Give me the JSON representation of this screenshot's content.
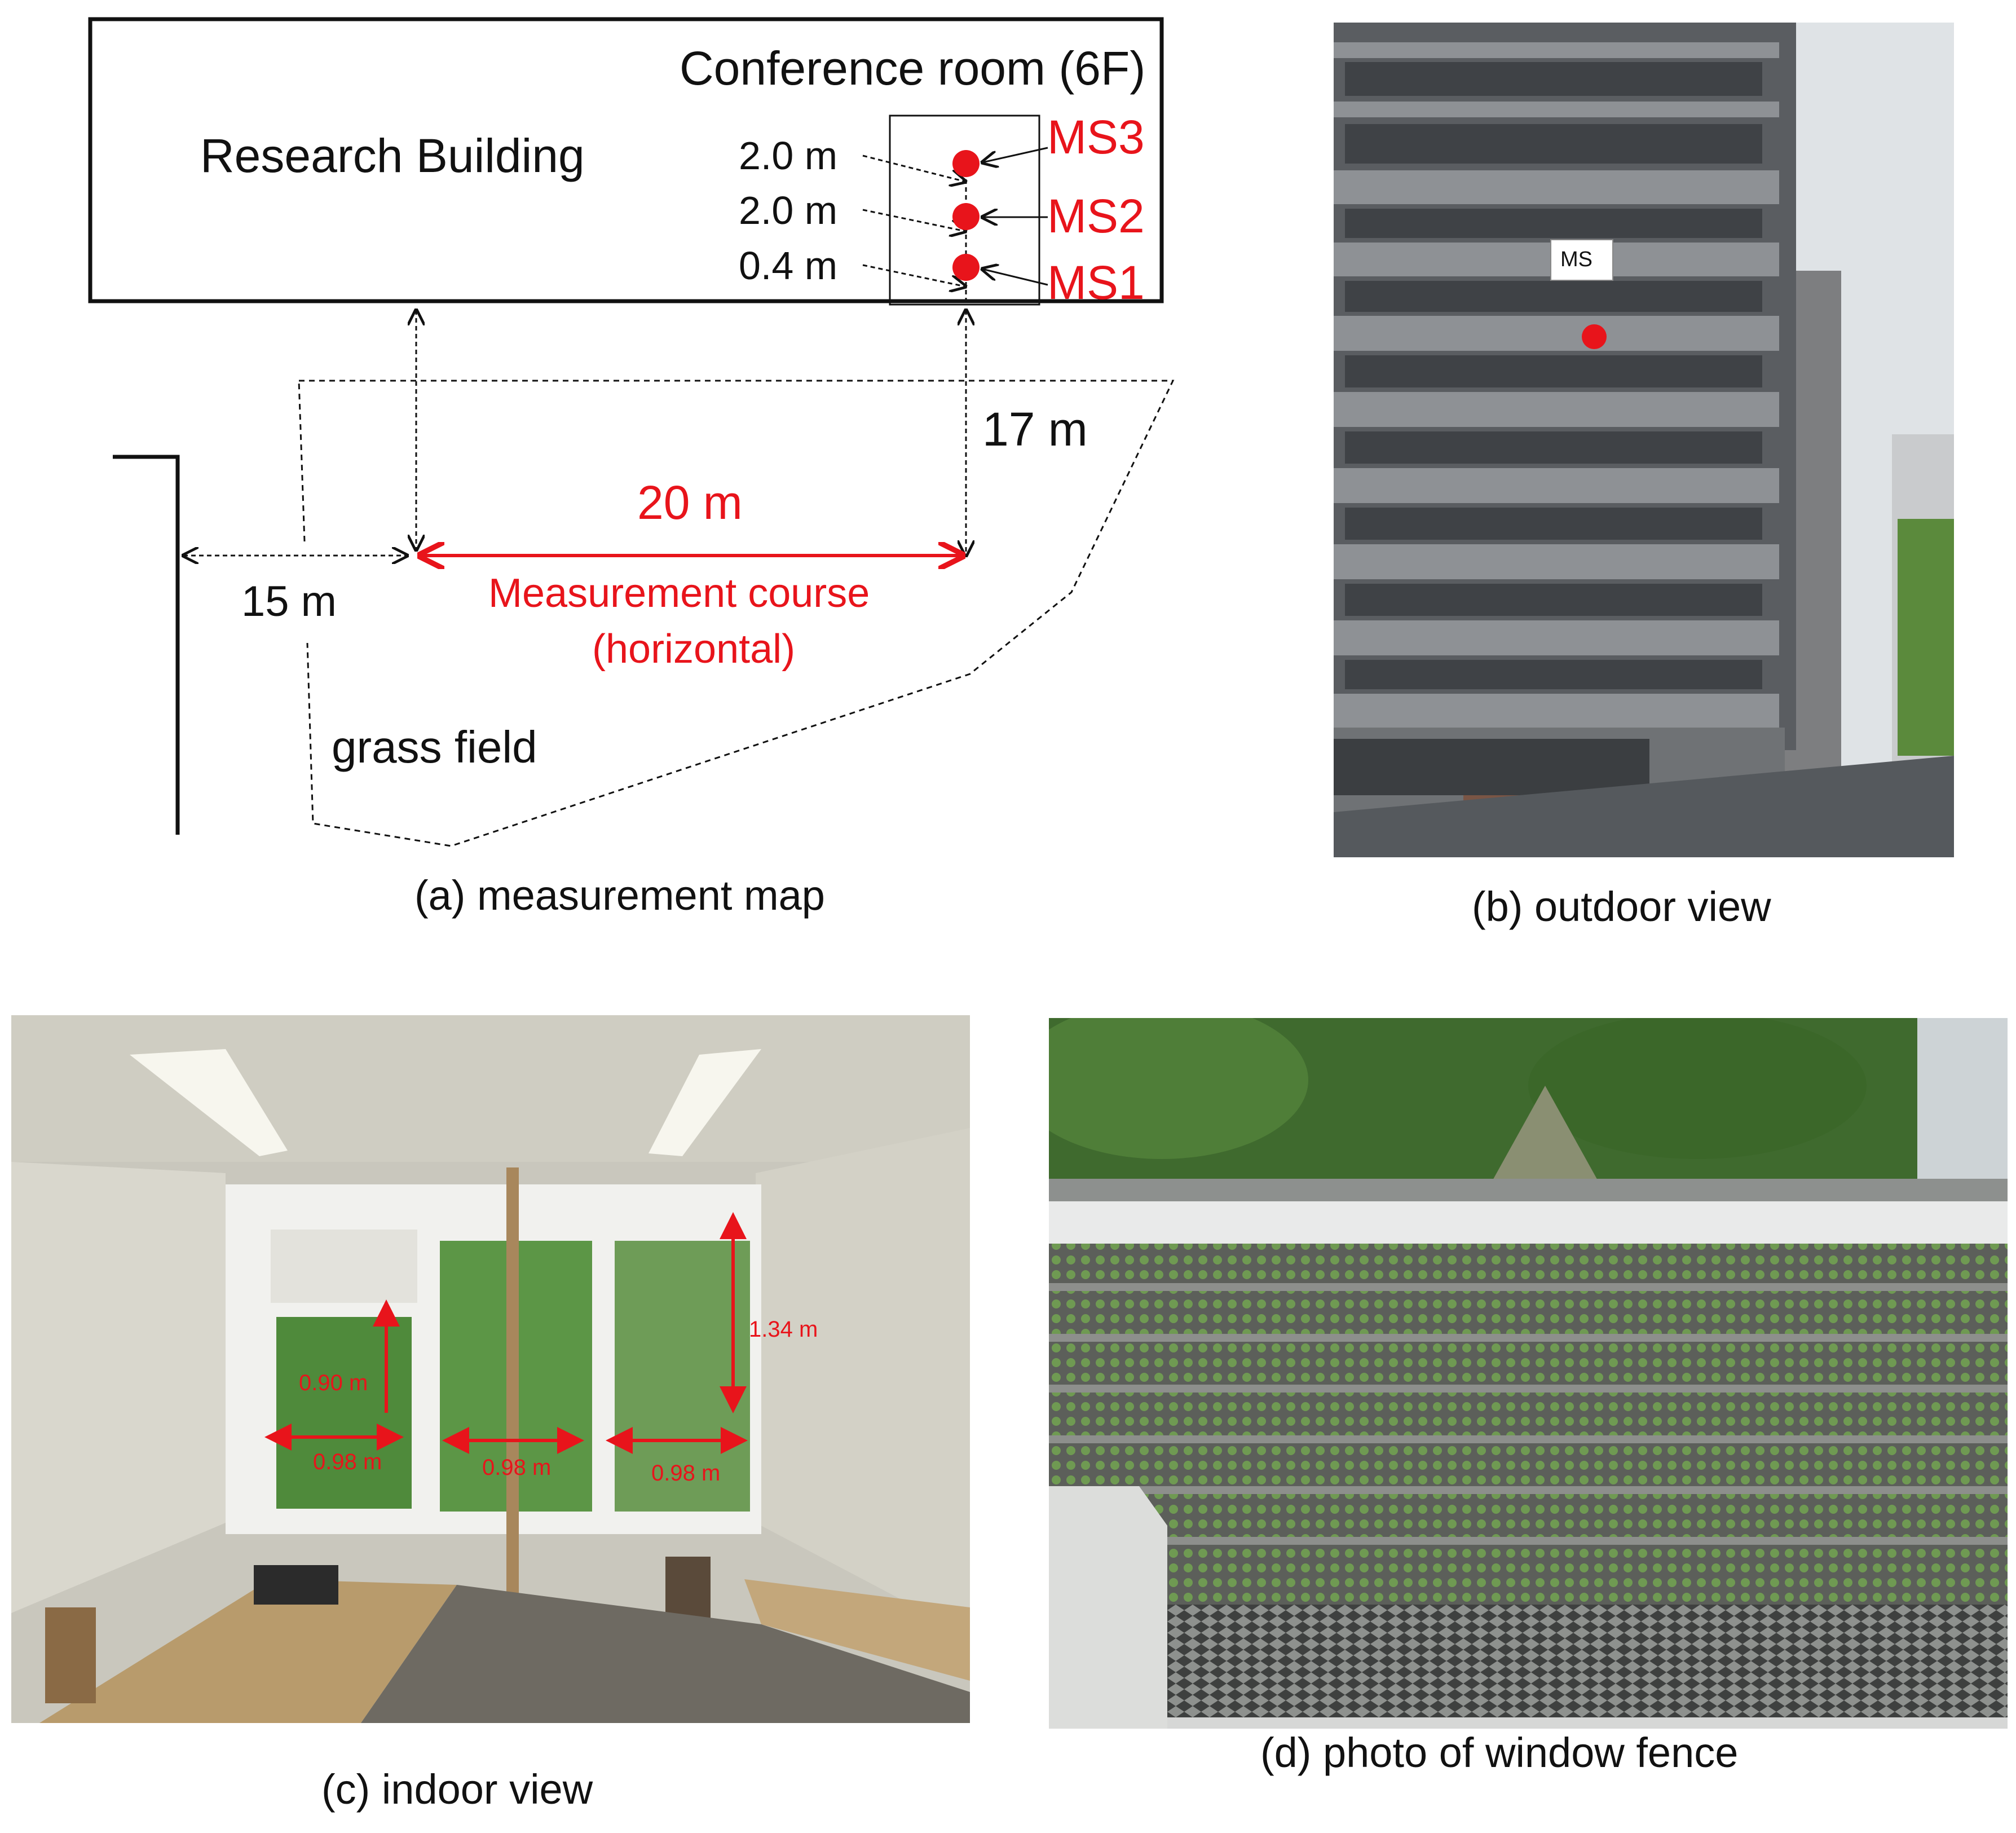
{
  "map": {
    "building_label": "Research Building",
    "room_label": "Conference room (6F)",
    "heights": [
      "2.0 m",
      "2.0 m",
      "0.4 m"
    ],
    "stations": [
      "MS3",
      "MS2",
      "MS1"
    ],
    "dist_17": "17 m",
    "dist_20": "20 m",
    "dist_15": "15 m",
    "course_line1": "Measurement course",
    "course_line2": "(horizontal)",
    "grass": "grass field",
    "caption": "(a) measurement map"
  },
  "outdoor": {
    "ms_label": "MS",
    "caption": "(b) outdoor view"
  },
  "indoor": {
    "h1": "0.90 m",
    "h2": "1.34 m",
    "w1": "0.98 m",
    "w2": "0.98 m",
    "w3": "0.98 m",
    "caption": "(c) indoor view"
  },
  "fence": {
    "caption": "(d) photo of window fence"
  },
  "colors": {
    "accent_red": "#e8141b",
    "ink": "#111111"
  }
}
